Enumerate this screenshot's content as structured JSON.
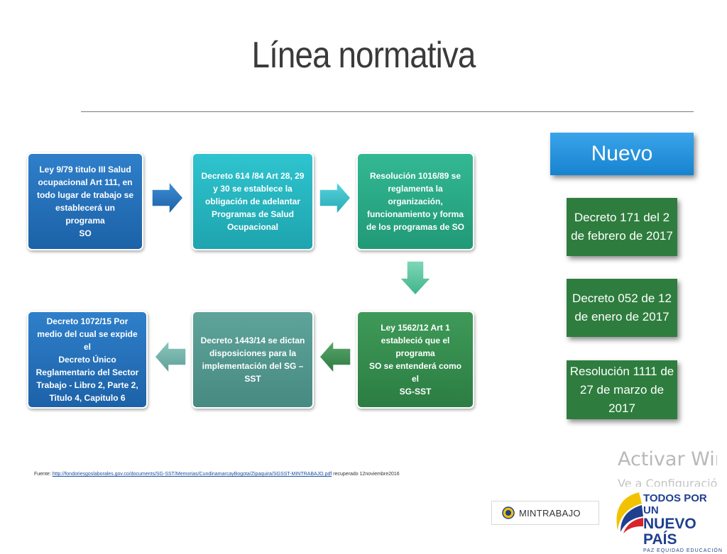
{
  "slide": {
    "title": "Línea normativa"
  },
  "flow_boxes": [
    {
      "lines": [
        "Ley 9/79  titulo III Salud",
        "ocupacional Art 111, en",
        "todo lugar de trabajo se",
        "establecerá un programa",
        "SO"
      ]
    },
    {
      "lines": [
        "Decreto  614 /84 Art  28, 29",
        "y 30 se establece la",
        "obligación de adelantar",
        "Programas de Salud",
        "Ocupacional"
      ]
    },
    {
      "lines": [
        "Resolución  1016/89 se",
        "reglamenta la organización,",
        "funcionamiento  y forma",
        "de los programas  de  SO"
      ]
    },
    {
      "lines": [
        "Ley 1562/12  Art 1",
        "estableció que el programa",
        "SO se entenderá como el",
        "SG-SST"
      ]
    },
    {
      "lines": [
        "Decreto 1443/14  se dictan",
        "disposiciones para la",
        "implementación del  SG –",
        "SST"
      ]
    },
    {
      "lines": [
        "Decreto 1072/15  Por",
        "medio del cual se expide el",
        "Decreto Único",
        "Reglamentario del Sector",
        "Trabajo - Libro 2, Parte 2,",
        "Titulo 4,  Capitulo 6"
      ]
    }
  ],
  "nuevo": {
    "label": "Nuevo",
    "items": [
      {
        "lines": [
          "Decreto 171 del 2",
          "de febrero de 2017"
        ]
      },
      {
        "lines": [
          "Decreto 052 de 12",
          "de enero de 2017"
        ]
      },
      {
        "lines": [
          "Resolución 1111 de",
          "27 de marzo de",
          "2017"
        ]
      }
    ]
  },
  "source": {
    "label": "Fuente:",
    "url": "http://fondoriesgoslaborales.gov.co/documents/SG-SST/Memorias/CundinamarcayBogota/Zipaquira/SGSST-MINTRABAJO.pdf",
    "suffix": "recuperado 12noviembre2016"
  },
  "watermark": {
    "line1": "Activar Windows",
    "line2": "Ve a Configuración"
  },
  "logos": {
    "mintrabajo": "MINTRABAJO",
    "tpun_line1": "TODOS POR UN",
    "tpun_line2": "NUEVO PAÍS",
    "tpun_line3": "PAZ  EQUIDAD  EDUCACIÓN"
  },
  "colors": {
    "blue": "#1c62a8",
    "teal": "#1ea4ae",
    "sea_green": "#219977",
    "green": "#2c7d43",
    "grey_teal": "#468a82",
    "nuevo_blue": "#1783cf",
    "nuevo_green": "#2e7d3e"
  },
  "icons": [
    "arrow-right-icon",
    "arrow-down-icon",
    "arrow-left-icon",
    "mintrabajo-seal-icon",
    "tpun-flag-icon"
  ]
}
